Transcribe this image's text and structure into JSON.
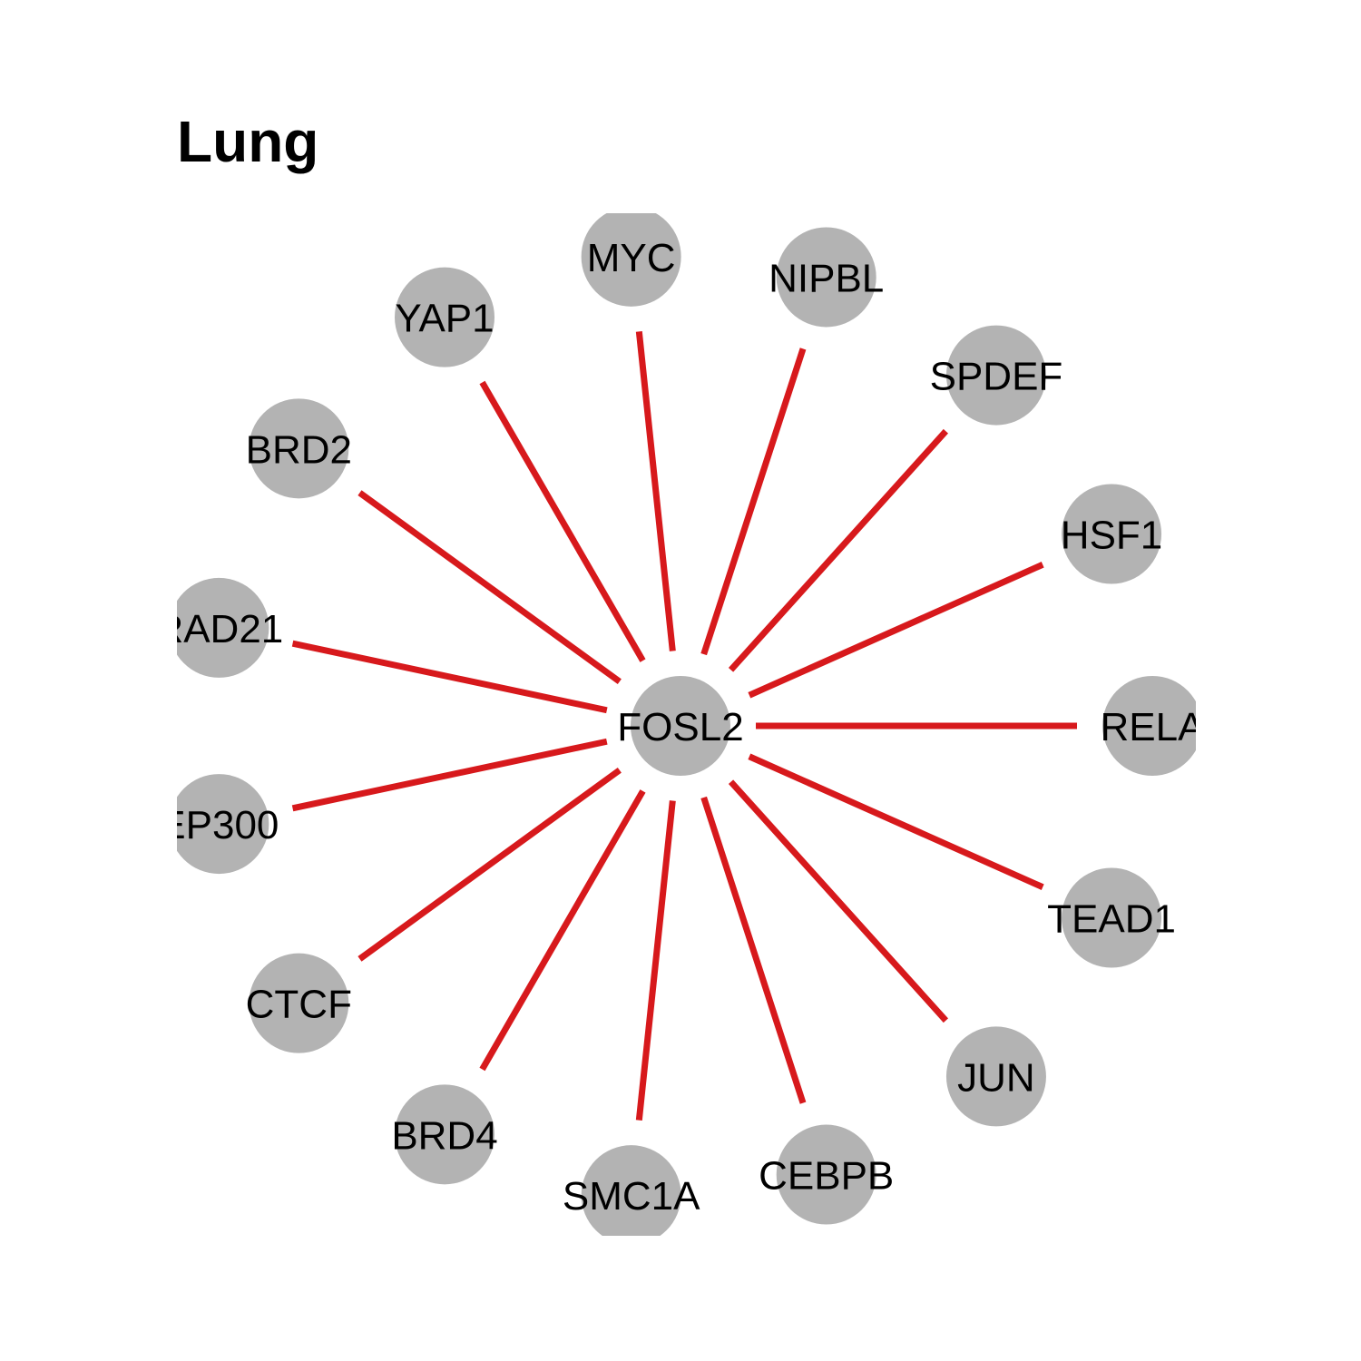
{
  "title": "Lung",
  "network": {
    "center": "FOSL2",
    "edge_color": "#d7191c",
    "node_color": "#b3b3b3",
    "nodes": [
      "RELA",
      "TEAD1",
      "JUN",
      "CEBPB",
      "SMC1A",
      "BRD4",
      "CTCF",
      "EP300",
      "RAD21",
      "BRD2",
      "YAP1",
      "MYC",
      "NIPBL",
      "SPDEF",
      "HSF1"
    ],
    "edges": [
      [
        "FOSL2",
        "RELA"
      ],
      [
        "FOSL2",
        "TEAD1"
      ],
      [
        "FOSL2",
        "JUN"
      ],
      [
        "FOSL2",
        "CEBPB"
      ],
      [
        "FOSL2",
        "SMC1A"
      ],
      [
        "FOSL2",
        "BRD4"
      ],
      [
        "FOSL2",
        "CTCF"
      ],
      [
        "FOSL2",
        "EP300"
      ],
      [
        "FOSL2",
        "RAD21"
      ],
      [
        "FOSL2",
        "BRD2"
      ],
      [
        "FOSL2",
        "YAP1"
      ],
      [
        "FOSL2",
        "MYC"
      ],
      [
        "FOSL2",
        "NIPBL"
      ],
      [
        "FOSL2",
        "SPDEF"
      ],
      [
        "FOSL2",
        "HSF1"
      ]
    ]
  }
}
